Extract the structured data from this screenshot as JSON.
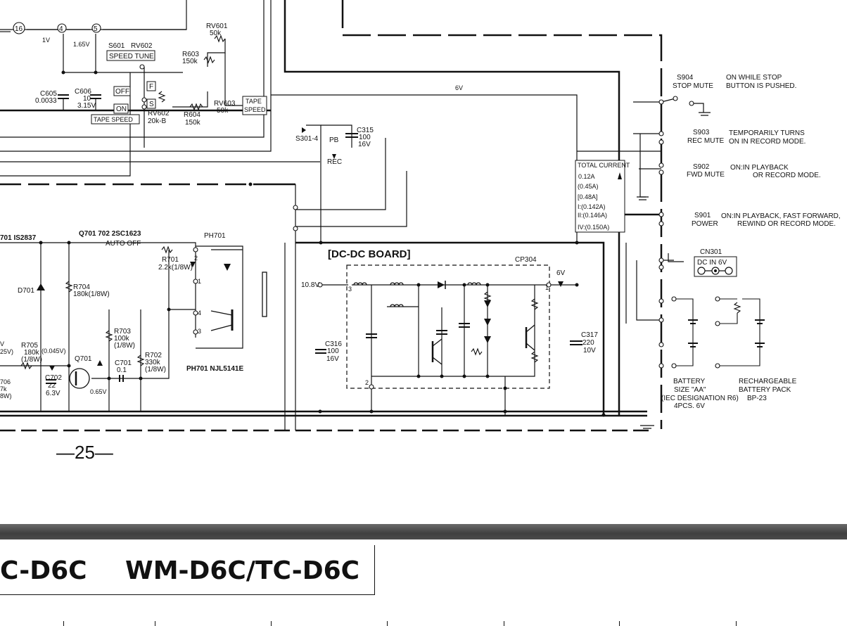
{
  "page": {
    "number": "—25—"
  },
  "header": {
    "model_left": "C-D6C",
    "model_right": "WM-D6C/TC-D6C"
  },
  "labels": {
    "pin16": "16",
    "pin4": "4",
    "pin5": "5",
    "v_1v": "1V",
    "v_165v": "1.65V",
    "s601": "S601",
    "rv602_top": "RV602",
    "speed_tune": "SPEED TUNE",
    "rv601": "RV601",
    "rv601_val": "50k",
    "r603": "R603",
    "r603_val": "150k",
    "off": "OFF",
    "on": "ON",
    "f": "F",
    "s": "S",
    "c605": "C605",
    "c605_val": "0.0033",
    "c606": "C606",
    "c606_val": "10",
    "c606_v": "3.15V",
    "rv602": "RV602",
    "rv602_val": "20k-B",
    "r604": "R604",
    "r604_val": "150k",
    "rv603": "RV603",
    "rv603_val": "50k",
    "tape_speed_box": "TAPE SPEED",
    "tape_speed_top": "TAPE",
    "tape_speed_bot": "SPEED",
    "s301": "S301-4",
    "pb": "PB",
    "rec": "REC",
    "c315": "C315",
    "c315_val": "100",
    "c315_v": "16V",
    "v6_top": "6V",
    "s904": "S904",
    "stop_mute": "STOP MUTE",
    "s904_note1": "ON WHILE STOP",
    "s904_note2": "BUTTON IS PUSHED.",
    "s903": "S903",
    "rec_mute": "REC MUTE",
    "s903_note1": "TEMPORARILY TURNS",
    "s903_note2": "ON IN RECORD MODE.",
    "s902": "S902",
    "fwd_mute": "FWD MUTE",
    "s902_note1": "ON:IN PLAYBACK",
    "s902_note2": "OR RECORD MODE.",
    "s901": "S901",
    "power": "POWER",
    "s901_note1": "ON:IN PLAYBACK, FAST FORWARD,",
    "s901_note2": "REWIND OR RECORD MODE.",
    "total_current": "TOTAL CURRENT",
    "tc1": "0.12A",
    "tc2": "(0.45A)",
    "tc3": "[0.48A]",
    "tc4": "I:(0.142A)",
    "tc5": "II:(0.146A)",
    "tc6": "IV:(0.150A)",
    "cn301": "CN301",
    "dc_in": "DC IN 6V",
    "q701_hdr": "701  IS2837",
    "q701_702": "Q701  702  2SC1623",
    "auto_off": "AUTO OFF",
    "ph701": "PH701",
    "r701": "R701",
    "r701_val": "2.2k(1/8W)",
    "d701": "D701",
    "r704": "R704",
    "r704_val": "180k(1/8W)",
    "r703": "R703",
    "r703_val1": "100k",
    "r703_val2": "(1/8W)",
    "r702": "R702",
    "r702_val1": "330k",
    "r702_val2": "(1/8W)",
    "c701": "C701",
    "c701_val": "0.1",
    "r705": "R705",
    "r705_val1": "180k",
    "r705_val2": "(1/8W)",
    "v0045": "(0.045V)",
    "q701": "Q701",
    "c702": "C702",
    "c702_val": "22",
    "c702_v": "6.3V",
    "v065": "0.65V",
    "ph701_ic": "PH701  NJL5141E",
    "dcdc_board": "[DC-DC BOARD]",
    "cp304": "CP304",
    "v108": "10.8V",
    "v6_board": "6V",
    "c316": "C316",
    "c316_val": "100",
    "c316_v": "16V",
    "c317": "C317",
    "c317_val": "220",
    "c317_v": "10V",
    "battery": "BATTERY",
    "battery_size": "SIZE \"AA\"",
    "battery_iec": "(IEC DESIGNATION R6)",
    "battery_pcs": "4PCS. 6V",
    "recharge1": "RECHARGEABLE",
    "recharge2": "BATTERY PACK",
    "recharge3": "BP-23",
    "left_v": "V",
    "left_25v": "25V)",
    "r706": "706",
    "r706_val": "7k",
    "r706_w": "8W)"
  },
  "colors": {
    "ink": "#111111",
    "divider": "#4a4a4a"
  }
}
